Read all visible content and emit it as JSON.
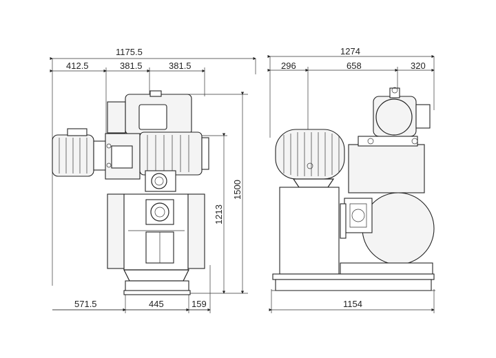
{
  "drawing": {
    "left_view": {
      "top_dims": [
        "1175.5",
        "412.5",
        "381.5",
        "381.5"
      ],
      "side_dims": [
        "1213",
        "1500"
      ],
      "bottom_dims": [
        "571.5",
        "445",
        "159"
      ]
    },
    "right_view": {
      "top_dims": [
        "1274",
        "296",
        "658",
        "320"
      ],
      "bottom_dims": [
        "1154"
      ]
    }
  }
}
